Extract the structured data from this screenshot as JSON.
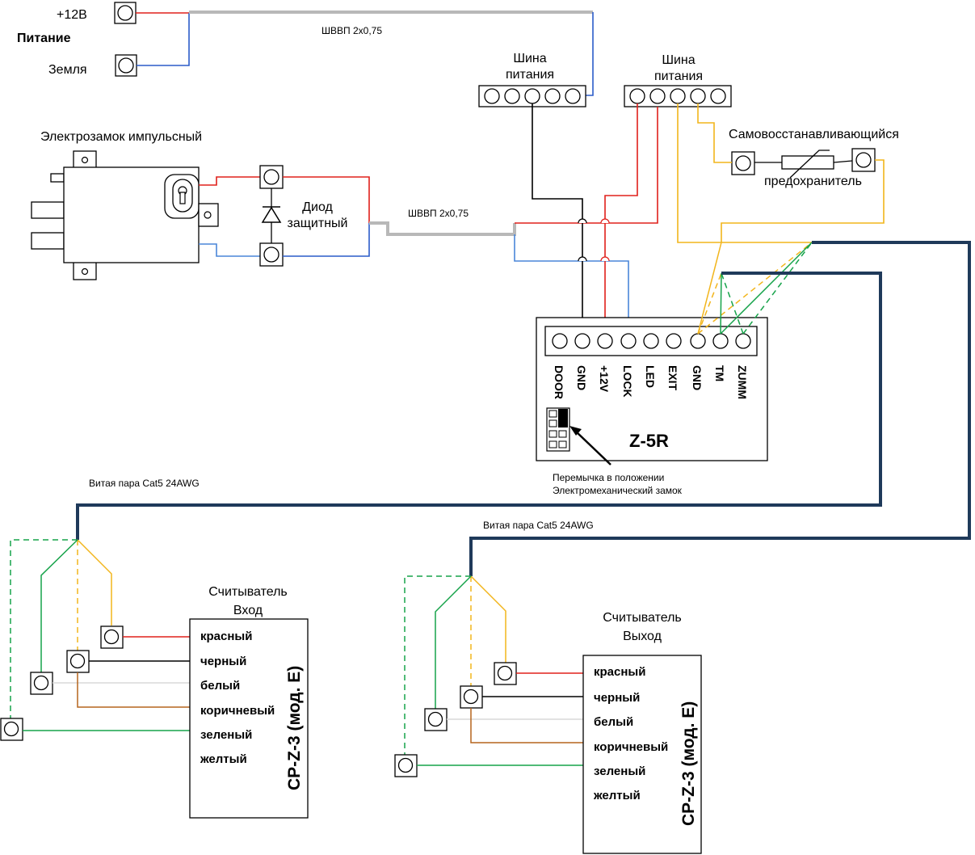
{
  "power": {
    "plus_label": "+12В",
    "title": "Питание",
    "ground_label": "Земля"
  },
  "cable_top": "ШВВП 2х0,75",
  "cable_mid": "ШВВП 2х0,75",
  "bus_left": {
    "line1": "Шина",
    "line2": "питания"
  },
  "bus_right": {
    "line1": "Шина",
    "line2": "питания"
  },
  "fuse": {
    "line1": "Самовосстанавливающийся",
    "line2": "предохранитель"
  },
  "lock": {
    "title": "Электрозамок импульсный"
  },
  "diode": {
    "line1": "Диод",
    "line2": "защитный"
  },
  "controller": {
    "name": "Z-5R",
    "pins": [
      "DOOR",
      "GND",
      "+12V",
      "LOCK",
      "LED",
      "EXIT",
      "GND",
      "TM",
      "ZUMM"
    ],
    "jumper_note_1": "Перемычка в положении",
    "jumper_note_2": "Электромеханический замок"
  },
  "twisted_pair_1": "Витая пара Cat5 24AWG",
  "twisted_pair_2": "Витая пара Cat5 24AWG",
  "reader_in": {
    "title1": "Считыватель",
    "title2": "Вход",
    "model": "CP-Z-3 (мод. E)",
    "wires": [
      "красный",
      "черный",
      "белый",
      "коричневый",
      "зеленый",
      "желтый"
    ]
  },
  "reader_out": {
    "title1": "Считыватель",
    "title2": "Выход",
    "model": "CP-Z-3 (мод. E)",
    "wires": [
      "красный",
      "черный",
      "белый",
      "коричневый",
      "зеленый",
      "желтый"
    ]
  },
  "colors": {
    "red": "#e0201b",
    "blue": "#2b5cc9",
    "lightblue": "#4a86d8",
    "black": "#000000",
    "gray": "#b8b8b8",
    "yellow": "#f2b51c",
    "green": "#16a34a",
    "brown": "#b5651d",
    "white_wire": "#d8d8d8",
    "navy": "#1f3a5a"
  }
}
